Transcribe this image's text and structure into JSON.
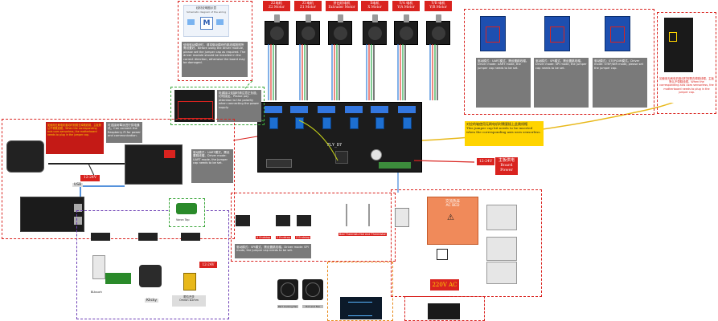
{
  "motors": [
    {
      "cn": "Z2电机",
      "en": "Z2 Motor"
    },
    {
      "cn": "Z1电机",
      "en": "Z1 Motor"
    },
    {
      "cn": "挤出机电机",
      "en": "Extruder Motor"
    },
    {
      "cn": "X电机",
      "en": "X Motor"
    },
    {
      "cn": "Y/A 电机",
      "en": "Y/A Motor"
    },
    {
      "cn": "Y/B 电机",
      "en": "Y/B Motor"
    }
  ],
  "board_label": "FLY_D7",
  "jumper_note": {
    "cn": "对应的轴使用无刷电机时需要插上此跳线帽",
    "en": "This jumper cap bit needs to be inserted when the corresponding axis uses sensorless."
  },
  "board_power": {
    "voltage": "12-24V",
    "cn": "主板供电",
    "en": "Board Power"
  },
  "fan_voltage": "12-24V",
  "ac_bed": {
    "cn": "交流热床",
    "en": "AC BED"
  },
  "ac_voltage": "220V AC",
  "raspberry_voltage": "12-24V",
  "voltage_small": "12-24V",
  "bltouch": "BLtouch",
  "usb": "USB",
  "klicky": "Klicky",
  "probe_switch": {
    "cn": "限位开关",
    "en": "Omron D2mm"
  },
  "endstops": [
    "X Endstop",
    "Y Endstop",
    "Z Endstop"
  ],
  "thermistors": [
    "Bed Thermistor",
    "Hot end Thermistor"
  ],
  "fans": [
    "Part Cooling Fan",
    "Hot end Fan"
  ],
  "voron_tap": "Voron Tap",
  "wiring_title": "线材说明",
  "top_diagram_title": "线材说明图示意",
  "top_diagram_subtitle": "Schematic diagram of the wiring",
  "warning_note": "如使用无刷电机驱动时则需去掉跳线帽，主板默认不带跳线帽。When the corresponding axis uses sensorless, the motherboard needs to plug in the jumper cap.",
  "top_note": "使用驱动模块时，请将驱动模块的跳线帽按照所需设置好。Before using the driver module, please set the jumper cap as required. The driver module should be installed in the correct direction, otherwise the board may be damaged.",
  "left_note": "电源接口连接时请注意正负极，切勿接反。Please pay attention to the polarity when connecting the power supply.",
  "mid_note": "可连接树莓派进行供电通讯。Can connect the Raspberry Pi for power and communication.",
  "driver_notes": [
    "驱动模式：UART模式，需设置跳线帽。Driver mode: UART mode, the jumper cap needs to be set.",
    "驱动模式：SPI模式，需设置跳线帽。Driver mode: SPI mode, the jumper cap needs to be set.",
    "驱动模式：STEP/DIR模式。Driver mode: STEP/DIR mode, please set the jumper cap."
  ],
  "colors": {
    "red": "#d9231f",
    "board": "#1c1c1c",
    "blue": "#1d6fd1",
    "yellow": "#ffd400",
    "purple": "#6d3fb5",
    "orange": "#e88a1a"
  }
}
